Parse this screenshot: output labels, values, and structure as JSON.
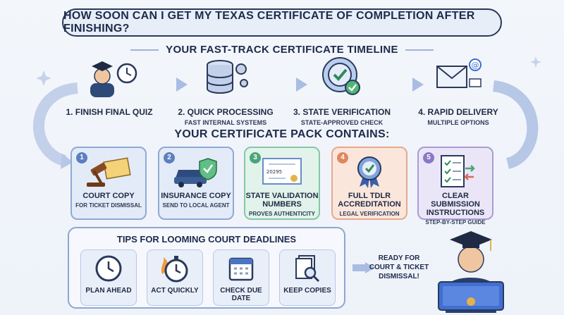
{
  "title": "HOW SOON CAN I GET MY TEXAS CERTIFICATE OF COMPLETION AFTER FINISHING?",
  "timeline_heading": "YOUR FAST-TRACK CERTIFICATE TIMELINE",
  "steps": [
    {
      "label": "1. FINISH FINAL QUIZ",
      "sub": "",
      "icon": "graduate-clock-icon"
    },
    {
      "label": "2. QUICK PROCESSING",
      "sub": "FAST INTERNAL SYSTEMS",
      "icon": "database-gears-icon"
    },
    {
      "label": "3. STATE VERIFICATION",
      "sub": "STATE-APPROVED CHECK",
      "icon": "verified-badge-icon"
    },
    {
      "label": "4. RAPID DELIVERY",
      "sub": "MULTIPLE OPTIONS",
      "icon": "email-icon"
    }
  ],
  "pack_heading": "YOUR CERTIFICATE PACK CONTAINS:",
  "pack": [
    {
      "num": "1",
      "title": "COURT COPY",
      "sub": "FOR TICKET DISMISSAL",
      "icon": "gavel-ticket-icon",
      "color": "#8fa9d6",
      "bg": "#e3ebf8"
    },
    {
      "num": "2",
      "title": "INSURANCE COPY",
      "sub": "SEND TO LOCAL AGENT",
      "icon": "car-shield-icon",
      "color": "#8fa9d6",
      "bg": "#e3ebf8"
    },
    {
      "num": "3",
      "title": "STATE VALIDATION NUMBERS",
      "sub": "PROVES AUTHENTICITY",
      "icon": "certificate-icon",
      "cert_number": "20295",
      "color": "#86c7a6",
      "bg": "#e1f3ea"
    },
    {
      "num": "4",
      "title": "FULL TDLR ACCREDITATION",
      "sub": "LEGAL VERIFICATION",
      "icon": "rosette-icon",
      "color": "#e7a98c",
      "bg": "#fbe6dc"
    },
    {
      "num": "5",
      "title": "CLEAR SUBMISSION INSTRUCTIONS",
      "sub": "STEP-BY-STEP GUIDE",
      "icon": "checklist-icon",
      "color": "#a99bd6",
      "bg": "#ebe6f7"
    }
  ],
  "tips_heading": "TIPS FOR LOOMING COURT DEADLINES",
  "tips": [
    {
      "label": "PLAN AHEAD",
      "icon": "clock-icon"
    },
    {
      "label": "ACT QUICKLY",
      "icon": "stopwatch-fire-icon"
    },
    {
      "label": "CHECK DUE DATE",
      "icon": "calendar-icon"
    },
    {
      "label": "KEEP COPIES",
      "icon": "documents-magnifier-icon"
    }
  ],
  "ready_text": "READY FOR COURT & TICKET DISMISSAL!"
}
